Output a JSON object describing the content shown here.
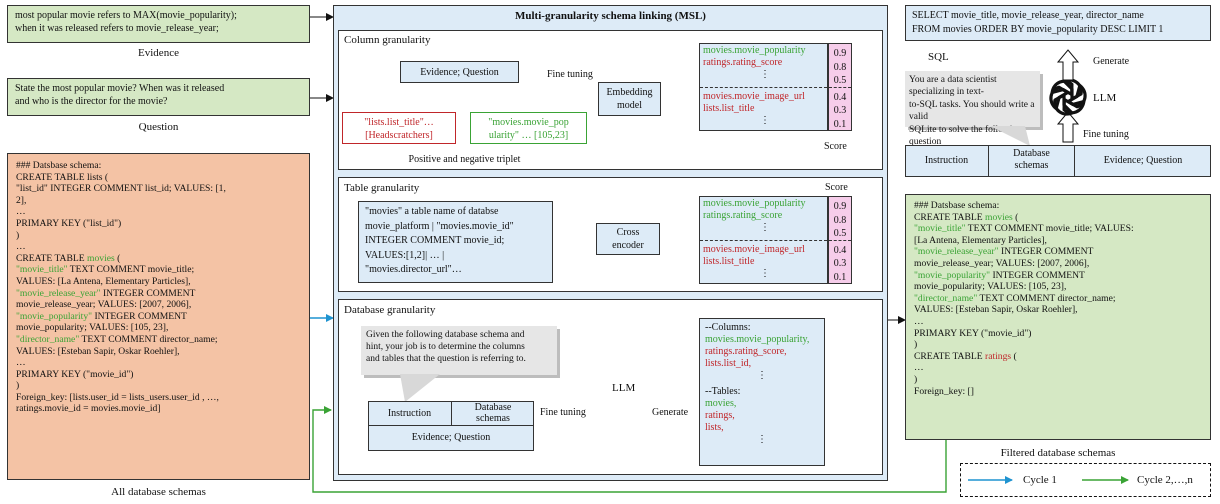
{
  "evidence": {
    "text": "most popular movie refers to MAX(movie_popularity);\nwhen it was released refers to movie_release_year;",
    "caption": "Evidence"
  },
  "question": {
    "text": "State the most popular movie? When was it released\nand who is the director for the movie?",
    "caption": "Question"
  },
  "all_schemas": {
    "caption": "All database schemas",
    "lines": [
      {
        "t": "### Datsbase schema:"
      },
      {
        "t": "CREATE TABLE lists ("
      },
      {
        "t": "\"list_id\" INTEGER COMMENT list_id; VALUES: [1,"
      },
      {
        "t": "2],"
      },
      {
        "t": "…"
      },
      {
        "t": "PRIMARY KEY (\"list_id\")"
      },
      {
        "t": ")"
      },
      {
        "t": "…"
      },
      {
        "pre": "CREATE TABLE ",
        "hl": "movies",
        "post": " ("
      },
      {
        "hl": "\"movie_title\"",
        "post": " TEXT COMMENT movie_title;"
      },
      {
        "t": "VALUES: [La Antena, Elementary Particles],"
      },
      {
        "hl": "\"movie_release_year\"",
        "post": " INTEGER COMMENT"
      },
      {
        "t": "movie_release_year; VALUES: [2007, 2006],"
      },
      {
        "hl": "\"movie_popularity\"",
        "post": " INTEGER COMMENT"
      },
      {
        "t": "movie_popularity; VALUES: [105, 23],"
      },
      {
        "hl": "\"director_name\"",
        "post": " TEXT COMMENT director_name;"
      },
      {
        "t": "VALUES: [Esteban Sapir, Oskar Roehler],"
      },
      {
        "t": "…"
      },
      {
        "t": "PRIMARY KEY (\"movie_id\")"
      },
      {
        "t": ")"
      },
      {
        "t": "Foreign_key: [lists.user_id = lists_users.user_id , …,"
      },
      {
        "t": "ratings.movie_id = movies.movie_id]"
      }
    ]
  },
  "msl": {
    "title": "Multi-granularity schema linking (MSL)",
    "column": {
      "title": "Column granularity",
      "eq_box": "Evidence; Question",
      "minus": "–",
      "plus": "✚",
      "neg_box": "\"lists.list_title\"…\n[Headscratchers]",
      "pos_box": "\"movies.movie_pop\nularity\" … [105,23]",
      "triplet_caption": "Positive and negative triplet",
      "finetune_label": "Fine tuning",
      "model_box": "Embedding\nmodel",
      "score_label": "Score",
      "items_top": [
        {
          "text": "movies.movie_popularity",
          "color": "green"
        },
        {
          "text": "ratings.rating_score",
          "color": "red"
        },
        {
          "text": "⋮",
          "color": "black"
        }
      ],
      "items_bottom": [
        {
          "text": "movies.movie_image_url",
          "color": "red"
        },
        {
          "text": "lists.list_title",
          "color": "red"
        },
        {
          "text": "⋮",
          "color": "black"
        }
      ],
      "scores": [
        "0.9",
        "0.8",
        "0.5",
        "0.4",
        "0.3",
        "0.1"
      ]
    },
    "table": {
      "title": "Table granularity",
      "score_label": "Score",
      "input_text": "\"movies\" a table name of databse\nmovie_platform | \"movies.movie_id\"\nINTEGER COMMENT movie_id;\nVALUES:[1,2]| … |\n\"movies.director_url\"…",
      "model_box": "Cross\nencoder",
      "items_top": [
        {
          "text": "movies.movie_popularity",
          "color": "green"
        },
        {
          "text": "ratings.rating_score",
          "color": "green"
        },
        {
          "text": "⋮",
          "color": "black"
        }
      ],
      "items_bottom": [
        {
          "text": "movies.movie_image_url",
          "color": "red"
        },
        {
          "text": "lists.list_title",
          "color": "red"
        },
        {
          "text": "⋮",
          "color": "black"
        }
      ],
      "scores": [
        "0.9",
        "0.8",
        "0.5",
        "0.4",
        "0.3",
        "0.1"
      ]
    },
    "database": {
      "title": "Database granularity",
      "bubble_text": "Given the following database schema and\nhint, your job is to determine the columns\nand tables that the question is referring to.",
      "llm_label": "LLM",
      "instruction": "Instruction",
      "db_schemas": "Database\nschemas",
      "evidence_question": "Evidence; Question",
      "finetune_label": "Fine tuning",
      "generate_label": "Generate",
      "columns_header": "--Columns:",
      "columns": [
        {
          "text": "movies.movie_popularity,",
          "color": "green"
        },
        {
          "text": "ratings.rating_score,",
          "color": "red"
        },
        {
          "text": "lists.list_id,",
          "color": "red"
        },
        {
          "text": "⋮",
          "color": "black"
        }
      ],
      "tables_header": "--Tables:",
      "tables": [
        {
          "text": "movies,",
          "color": "green"
        },
        {
          "text": "ratings,",
          "color": "red"
        },
        {
          "text": "lists,",
          "color": "red"
        },
        {
          "text": "⋮",
          "color": "black"
        }
      ]
    }
  },
  "sql": {
    "text": "SELECT movie_title, movie_release_year, director_name\nFROM movies ORDER BY movie_popularity DESC LIMIT 1",
    "caption": "SQL",
    "generate_label": "Generate",
    "llm_label": "LLM",
    "bubble_text": "You are a data scientist specializing in text-\nto-SQL tasks. You should write a valid\nSQLite to solve the following question\nbased on the database scheme and hint.",
    "finetune_label": "Fine tuning",
    "instruction": "Instruction",
    "db_schemas": "Database\nschemas",
    "evidence_question": "Evidence; Question"
  },
  "filtered": {
    "caption": "Filtered database schemas",
    "lines": [
      {
        "t": "### Datsbase schema:"
      },
      {
        "pre": "CREATE TABLE ",
        "hl": "movies",
        "post": " ("
      },
      {
        "hl": "\"movie_title\"",
        "post": " TEXT COMMENT movie_title; VALUES:"
      },
      {
        "t": "[La Antena, Elementary Particles],"
      },
      {
        "hl": "\"movie_release_year\"",
        "post": " INTEGER COMMENT"
      },
      {
        "t": "movie_release_year; VALUES: [2007, 2006],"
      },
      {
        "hl": "\"movie_popularity\"",
        "post": " INTEGER COMMENT"
      },
      {
        "t": "movie_popularity; VALUES: [105, 23],"
      },
      {
        "hl": "\"director_name\"",
        "post": " TEXT COMMENT director_name;"
      },
      {
        "t": "VALUES: [Esteban Sapir, Oskar Roehler],"
      },
      {
        "t": "…"
      },
      {
        "t": "PRIMARY KEY (\"movie_id\")"
      },
      {
        "t": ")"
      },
      {
        "pre": "CREATE TABLE ",
        "hlr": "ratings",
        "post": " ("
      },
      {
        "t": "…"
      },
      {
        "t": ")"
      },
      {
        "t": "Foreign_key: []"
      }
    ]
  },
  "legend": {
    "cycle1": "Cycle 1",
    "cycle2": "Cycle 2,…,n"
  },
  "colors": {
    "green_fill": "#d5e8c4",
    "orange_fill": "#f4c3a5",
    "blue_fill": "#ddebf7",
    "pink_fill": "#f6cdea",
    "green_text": "#3aa335",
    "red_text": "#c0262a",
    "cycle1": "#1f93d0",
    "cycle2": "#3aa335"
  },
  "icons": [
    "openai-logo-icon",
    "minus-icon",
    "plus-icon",
    "arrow-icon"
  ]
}
